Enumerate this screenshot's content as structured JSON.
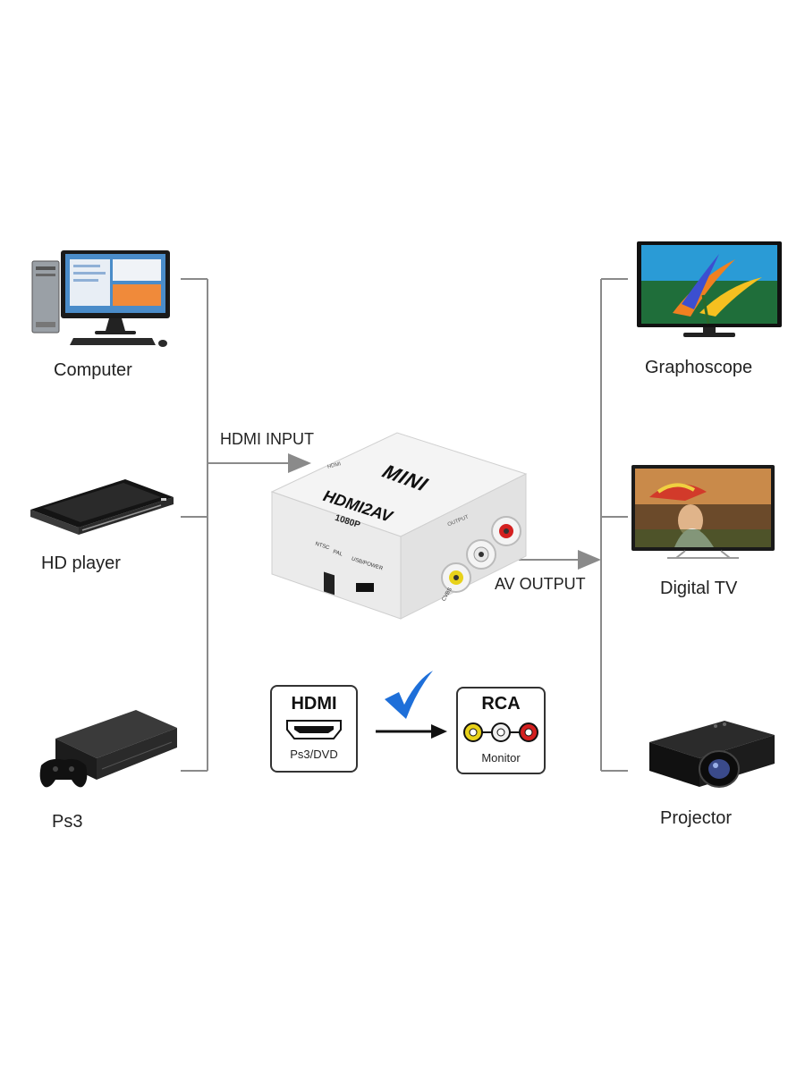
{
  "sources": [
    {
      "label": "Computer",
      "icon": "computer-icon"
    },
    {
      "label": "HD player",
      "icon": "hd-player-icon"
    },
    {
      "label": "Ps3",
      "icon": "ps3-console-icon"
    }
  ],
  "outputs": [
    {
      "label": "Graphoscope",
      "icon": "tv-icon"
    },
    {
      "label": "Digital  TV",
      "icon": "digital-tv-icon"
    },
    {
      "label": "Projector",
      "icon": "projector-icon"
    }
  ],
  "flow": {
    "input_label": "HDMI INPUT",
    "output_label": "AV OUTPUT"
  },
  "device": {
    "brand": "MINI",
    "model": "HDMI2AV",
    "resolution": "1080P",
    "hdmi_port_label": "HDMI",
    "output_label": "OUTPUT",
    "switch_label_ntsc": "NTSC",
    "switch_label_pal": "PAL",
    "usb_label": "USB/POWER",
    "cvbs_label": "CVBS"
  },
  "badges": {
    "hdmi_title": "HDMI",
    "hdmi_sub": "Ps3/DVD",
    "rca_title": "RCA",
    "rca_sub": "Monitor"
  },
  "colors": {
    "line": "#8a8a8a",
    "check": "#1e6fd9",
    "rca_yellow": "#e8d21a",
    "rca_white": "#f0f0f0",
    "rca_red": "#d42020"
  }
}
